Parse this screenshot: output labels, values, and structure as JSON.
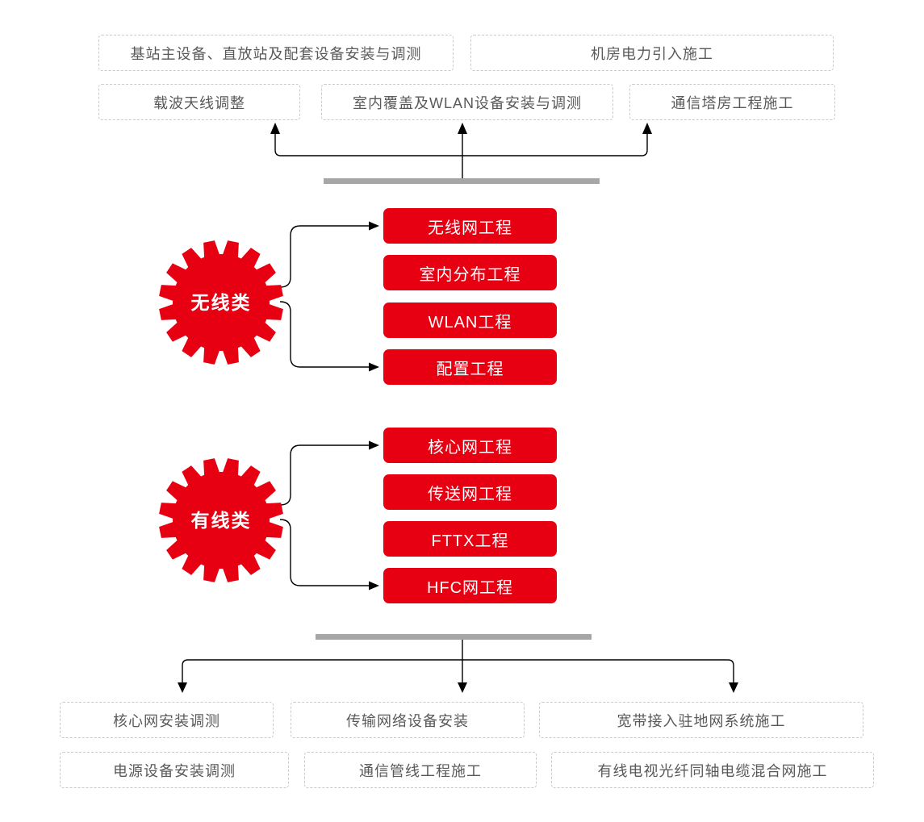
{
  "diagram": {
    "title": "engineering-category-flow-diagram",
    "colors": {
      "red": "#e60012",
      "divider_gray": "#a6a6a6",
      "dashed_border": "#c9c9c9",
      "muted_text": "#595959",
      "connector": "#000000"
    },
    "top_outputs": {
      "row1": [
        {
          "label": "基站主设备、直放站及配套设备安装与调测"
        },
        {
          "label": "机房电力引入施工"
        }
      ],
      "row2": [
        {
          "label": "载波天线调整"
        },
        {
          "label": "室内覆盖及WLAN设备安装与调测"
        },
        {
          "label": "通信塔房工程施工"
        }
      ]
    },
    "categories": [
      {
        "label": "无线类",
        "icon": "gear-icon",
        "projects": [
          {
            "label": "无线网工程"
          },
          {
            "label": "室内分布工程"
          },
          {
            "label": "WLAN工程"
          },
          {
            "label": "配置工程"
          }
        ]
      },
      {
        "label": "有线类",
        "icon": "gear-icon",
        "projects": [
          {
            "label": "核心网工程"
          },
          {
            "label": "传送网工程"
          },
          {
            "label": "FTTX工程"
          },
          {
            "label": "HFC网工程"
          }
        ]
      }
    ],
    "bottom_outputs": {
      "row1": [
        {
          "label": "核心网安装调测"
        },
        {
          "label": "传输网络设备安装"
        },
        {
          "label": "宽带接入驻地网系统施工"
        }
      ],
      "row2": [
        {
          "label": "电源设备安装调测"
        },
        {
          "label": "通信管线工程施工"
        },
        {
          "label": "有线电视光纤同轴电缆混合网施工"
        }
      ]
    }
  }
}
